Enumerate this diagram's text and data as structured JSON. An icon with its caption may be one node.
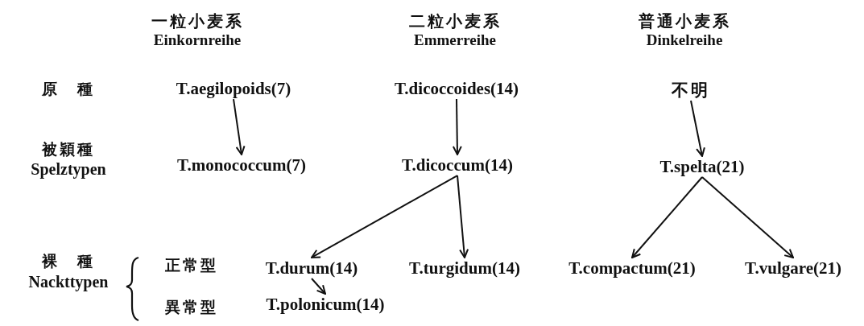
{
  "diagram": {
    "nodes": [
      {
        "text": [
          "T.aegilopoids(7)"
        ]
      },
      {
        "text": [
          "T.dicoccoides(14)"
        ]
      },
      {
        "text": [
          "不明"
        ]
      },
      {
        "text": [
          "T.monococcum(7)"
        ]
      },
      {
        "text": [
          "T.dicoccum(14)"
        ]
      },
      {
        "text": [
          "T.spelta(21)"
        ]
      },
      {
        "text": [
          "T.durum(14)"
        ]
      },
      {
        "text": [
          "T.turgidum(14)"
        ]
      },
      {
        "text": [
          "T.compactum(21)"
        ]
      },
      {
        "text": [
          "T.vulgare(21)"
        ]
      },
      {
        "text": [
          "T.polonicum(14)"
        ]
      }
    ],
    "edges": [
      {
        "from": 0,
        "to": 3,
        "arrow": "to"
      },
      {
        "from": 1,
        "to": 4,
        "arrow": "to"
      },
      {
        "from": 2,
        "to": 5,
        "arrow": "to"
      },
      {
        "from": 4,
        "to": 6,
        "arrow": "to"
      },
      {
        "from": 4,
        "to": 7,
        "arrow": "to"
      },
      {
        "from": 5,
        "to": 8,
        "arrow": "to"
      },
      {
        "from": 5,
        "to": 9,
        "arrow": "to"
      },
      {
        "from": 6,
        "to": 10,
        "arrow": "to"
      }
    ],
    "labels": [
      "一粒小麦系",
      "二粒小麦系",
      "普通小麦系",
      "Einkornreihe",
      "Emmerreihe",
      "Dinkelreihe",
      "原　種",
      "被穎種",
      "Spelztypen",
      "裸　種",
      "Nackttypen",
      "正常型",
      "異常型"
    ]
  }
}
